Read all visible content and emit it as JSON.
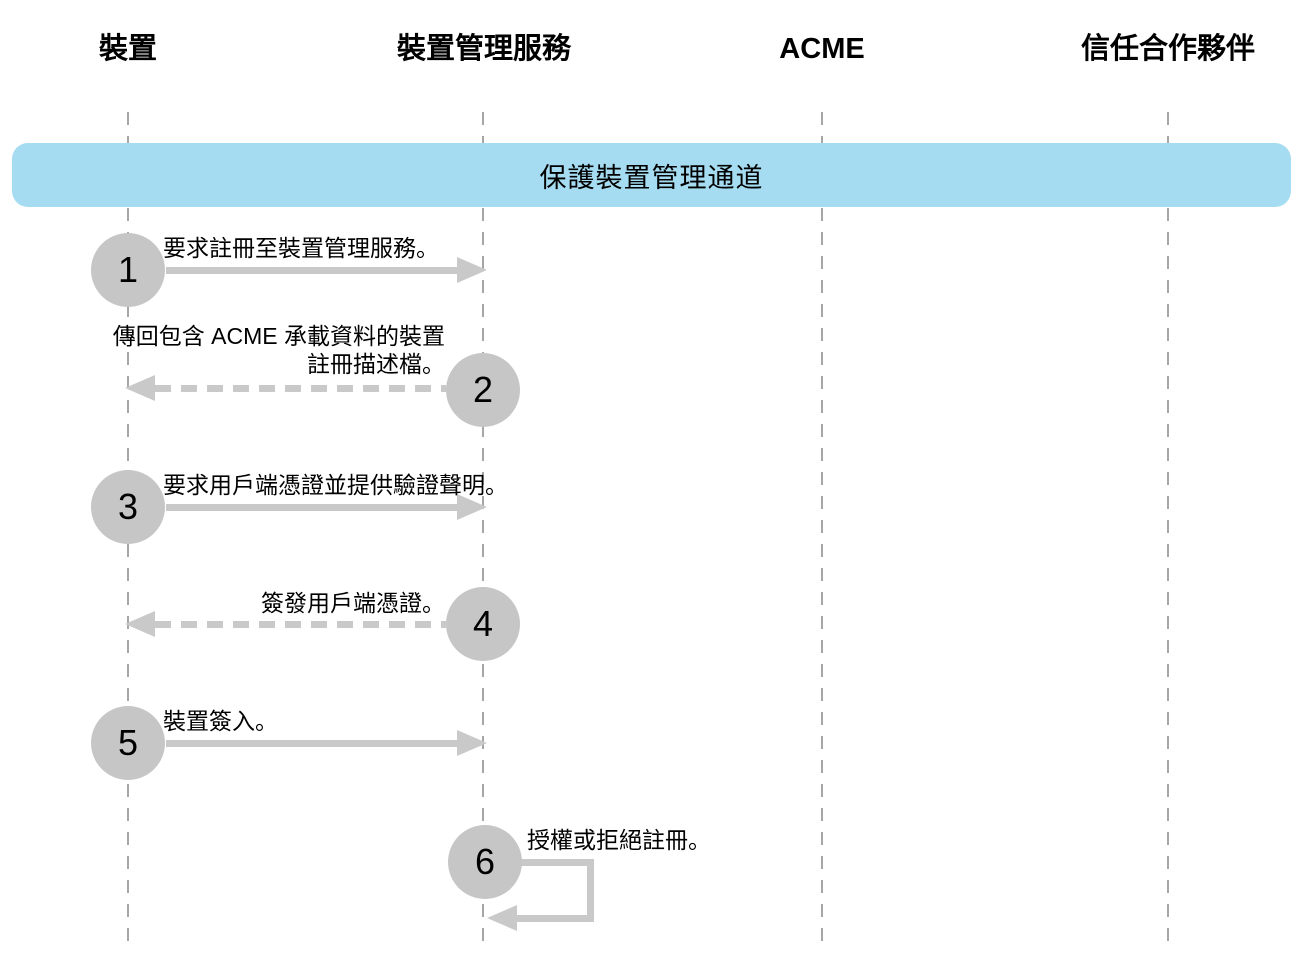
{
  "diagram": {
    "actors": [
      {
        "id": "device",
        "label": "裝置"
      },
      {
        "id": "device-management-service",
        "label": "裝置管理服務"
      },
      {
        "id": "acme",
        "label": "ACME"
      },
      {
        "id": "trusted-partner",
        "label": "信任合作夥伴"
      }
    ],
    "banner": {
      "label": "保護裝置管理通道"
    },
    "steps": [
      {
        "number": "1",
        "label": "要求註冊至裝置管理服務。",
        "from": "裝置",
        "to": "裝置管理服務",
        "line": "solid",
        "direction": "right"
      },
      {
        "number": "2",
        "label": "傳回包含 ACME 承載資料的裝置\n註冊描述檔。",
        "from": "裝置管理服務",
        "to": "裝置",
        "line": "dashed",
        "direction": "left"
      },
      {
        "number": "3",
        "label": "要求用戶端憑證並提供驗證聲明。",
        "from": "裝置",
        "to": "裝置管理服務",
        "line": "solid",
        "direction": "right"
      },
      {
        "number": "4",
        "label": "簽發用戶端憑證。",
        "from": "裝置管理服務",
        "to": "裝置",
        "line": "dashed",
        "direction": "left"
      },
      {
        "number": "5",
        "label": "裝置簽入。",
        "from": "裝置",
        "to": "裝置管理服務",
        "line": "solid",
        "direction": "right"
      },
      {
        "number": "6",
        "label": "授權或拒絕註冊。",
        "from": "裝置管理服務",
        "to": "裝置管理服務",
        "line": "solid",
        "direction": "self-loop"
      }
    ],
    "colors": {
      "banner_bg": "#a5dcf1",
      "badge_bg": "#c6c6c6",
      "arrow": "#c9c9c9",
      "lifeline": "#a6a6a6",
      "text": "#000000"
    }
  }
}
